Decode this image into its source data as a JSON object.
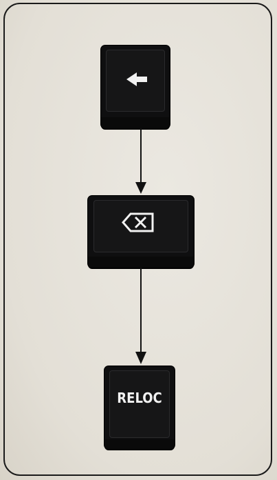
{
  "diagram": {
    "keys": [
      {
        "name": "left-arrow",
        "label": "",
        "icon": "left-arrow-icon"
      },
      {
        "name": "backspace",
        "label": "",
        "icon": "backspace-icon"
      },
      {
        "name": "reloc",
        "label": "RELOC",
        "icon": ""
      }
    ],
    "flow": [
      "left-arrow",
      "backspace",
      "reloc"
    ]
  }
}
